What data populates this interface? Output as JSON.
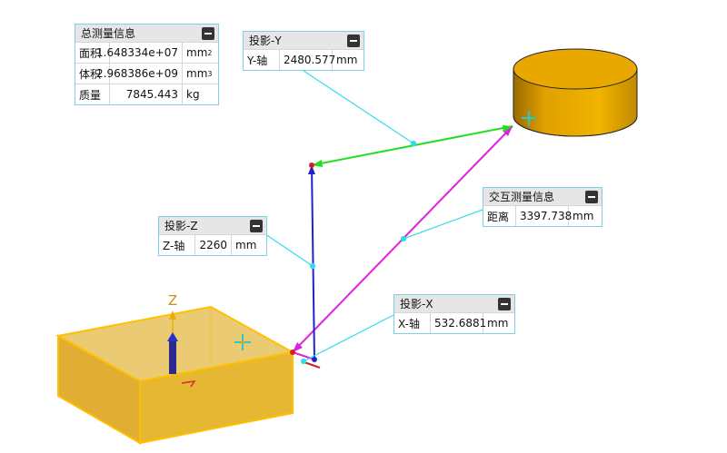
{
  "total_panel": {
    "title": "总测量信息",
    "rows": [
      {
        "label": "面积",
        "value": "1.648334e+07",
        "unit": "mm",
        "unit_sup": "2"
      },
      {
        "label": "体积",
        "value": "2.968386e+09",
        "unit": "mm",
        "unit_sup": "3"
      },
      {
        "label": "质量",
        "value": "7845.443",
        "unit": "kg",
        "unit_sup": ""
      }
    ]
  },
  "proj_y": {
    "title": "投影-Y",
    "label": "Y-轴",
    "value": "2480.577",
    "unit": "mm"
  },
  "proj_z": {
    "title": "投影-Z",
    "label": "Z-轴",
    "value": "2260",
    "unit": "mm"
  },
  "proj_x": {
    "title": "投影-X",
    "label": "X-轴",
    "value": "532.6881",
    "unit": "mm"
  },
  "interactive": {
    "title": "交互测量信息",
    "label": "距离",
    "value": "3397.738",
    "unit": "mm"
  },
  "axis_label": "Z",
  "colors": {
    "box": "#e8ae07",
    "edge": "#ffc000",
    "cylinder": "#e8a800",
    "magenta": "#e020e0",
    "green": "#22dd22",
    "blue": "#2222cc",
    "leader": "#33dde8",
    "cursor": "#22cccc"
  }
}
